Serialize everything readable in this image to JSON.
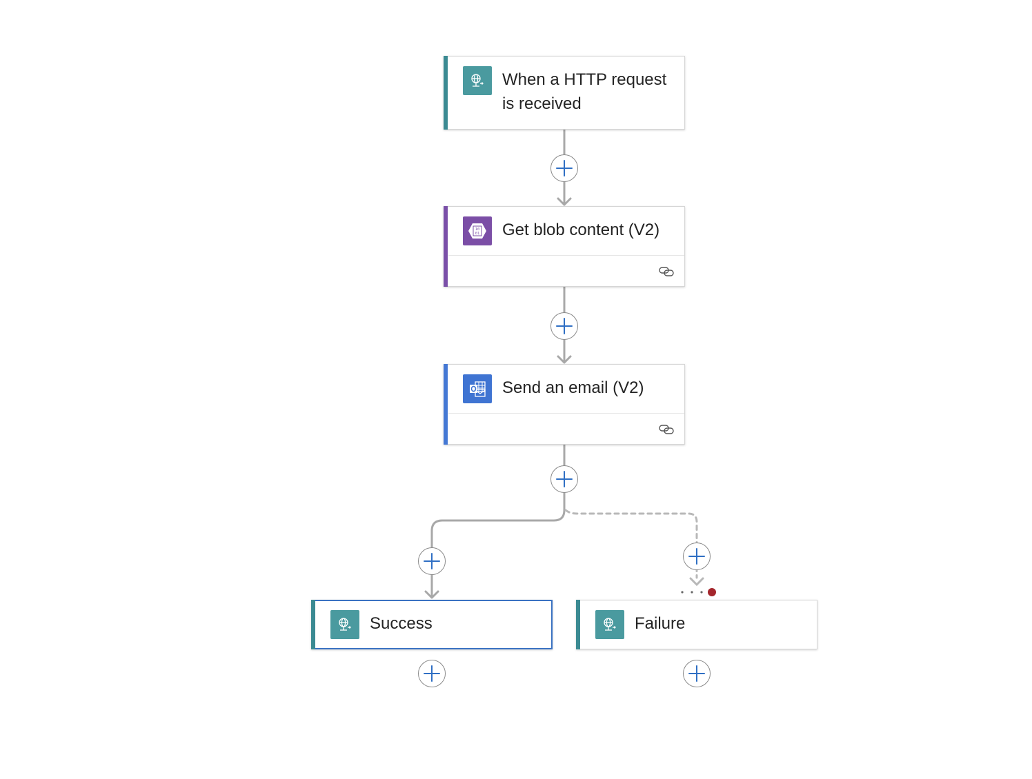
{
  "colors": {
    "http_accent": "#3b8a92",
    "http_tile": "#4a9a9f",
    "blob_accent": "#7a4fa8",
    "blob_tile": "#7b4ea6",
    "email_accent": "#4478d4",
    "email_tile": "#3f74d2",
    "connector": "#a8a8a8",
    "plus": "#2f6fc4",
    "error_dot": "#a4262c",
    "selected_border": "#3a72c2"
  },
  "nodes": {
    "trigger": {
      "label": "When a HTTP request is received",
      "icon": "http-request-icon"
    },
    "get_blob": {
      "label": "Get blob content (V2)",
      "icon": "azure-blob-icon"
    },
    "send_email": {
      "label": "Send an email (V2)",
      "icon": "outlook-icon"
    },
    "success": {
      "label": "Success",
      "icon": "http-response-icon"
    },
    "failure": {
      "label": "Failure",
      "icon": "http-response-icon"
    }
  },
  "add_buttons": [
    {
      "name": "add-action-after-trigger",
      "icon": "plus-icon"
    },
    {
      "name": "add-action-after-get-blob",
      "icon": "plus-icon"
    },
    {
      "name": "add-parallel-branch-after-send-email",
      "icon": "plus-icon"
    },
    {
      "name": "add-action-before-success",
      "icon": "plus-icon"
    },
    {
      "name": "add-action-before-failure",
      "icon": "plus-icon"
    },
    {
      "name": "add-action-after-success",
      "icon": "plus-icon"
    },
    {
      "name": "add-action-after-failure",
      "icon": "plus-icon"
    }
  ]
}
